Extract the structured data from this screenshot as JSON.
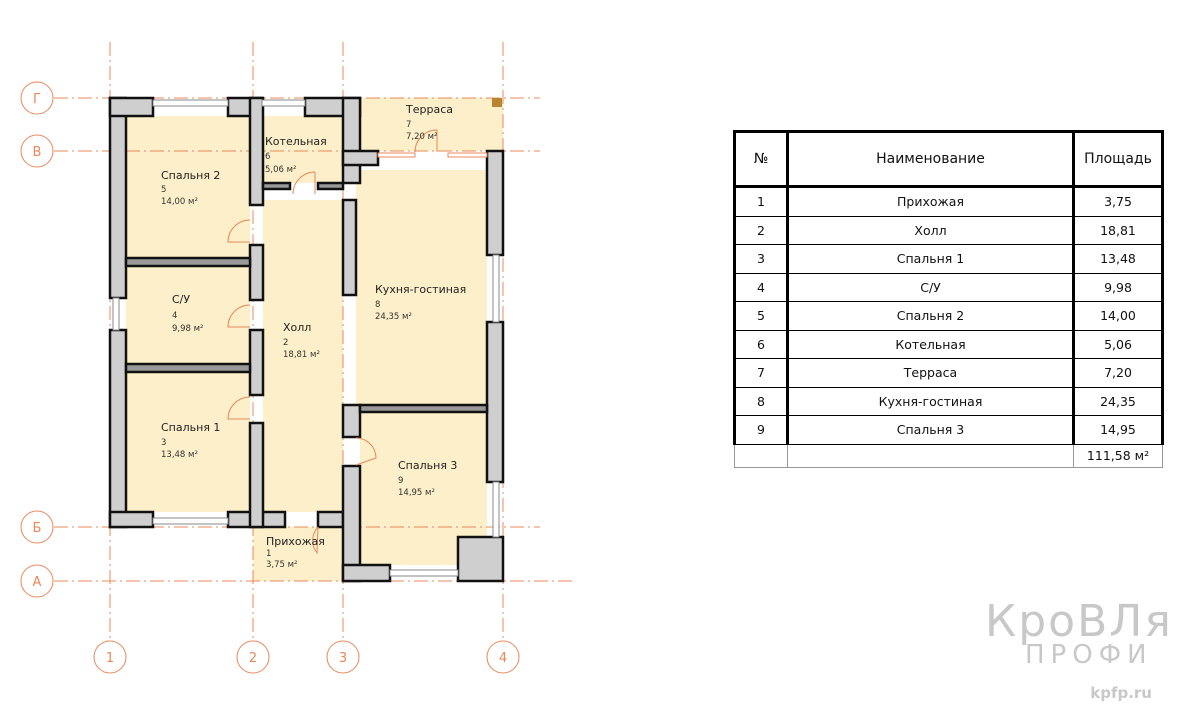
{
  "axes": {
    "vertical": [
      "1",
      "2",
      "3",
      "4"
    ],
    "horizontal": [
      "Г",
      "В",
      "Б",
      "А"
    ]
  },
  "rooms": [
    {
      "name": "Прихожая",
      "num": "1",
      "area": "3,75 м²"
    },
    {
      "name": "Холл",
      "num": "2",
      "area": "18,81 м²"
    },
    {
      "name": "Спальня 1",
      "num": "3",
      "area": "13,48 м²"
    },
    {
      "name": "С/У",
      "num": "4",
      "area": "9,98 м²"
    },
    {
      "name": "Спальня 2",
      "num": "5",
      "area": "14,00 м²"
    },
    {
      "name": "Котельная",
      "num": "6",
      "area": "5,06 м²"
    },
    {
      "name": "Терраса",
      "num": "7",
      "area": "7,20 м²"
    },
    {
      "name": "Кухня-гостиная",
      "num": "8",
      "area": "24,35 м²"
    },
    {
      "name": "Спальня 3",
      "num": "9",
      "area": "14,95 м²"
    }
  ],
  "table": {
    "headers": [
      "№",
      "Наименование",
      "Площадь"
    ],
    "rows": [
      [
        "1",
        "Прихожая",
        "3,75"
      ],
      [
        "2",
        "Холл",
        "18,81"
      ],
      [
        "3",
        "Спальня 1",
        "13,48"
      ],
      [
        "4",
        "С/У",
        "9,98"
      ],
      [
        "5",
        "Спальня 2",
        "14,00"
      ],
      [
        "6",
        "Котельная",
        "5,06"
      ],
      [
        "7",
        "Терраса",
        "7,20"
      ],
      [
        "8",
        "Кухня-гостиная",
        "24,35"
      ],
      [
        "9",
        "Спальня 3",
        "14,95"
      ]
    ],
    "total": "111,58 м²"
  },
  "logo": {
    "line1": "КроВЛя",
    "line2": "ПРОФИ",
    "site": "kpfp.ru"
  },
  "colors": {
    "room": "#fcefc9",
    "wall": "#cfcfcf",
    "axis": "#e8885a"
  }
}
